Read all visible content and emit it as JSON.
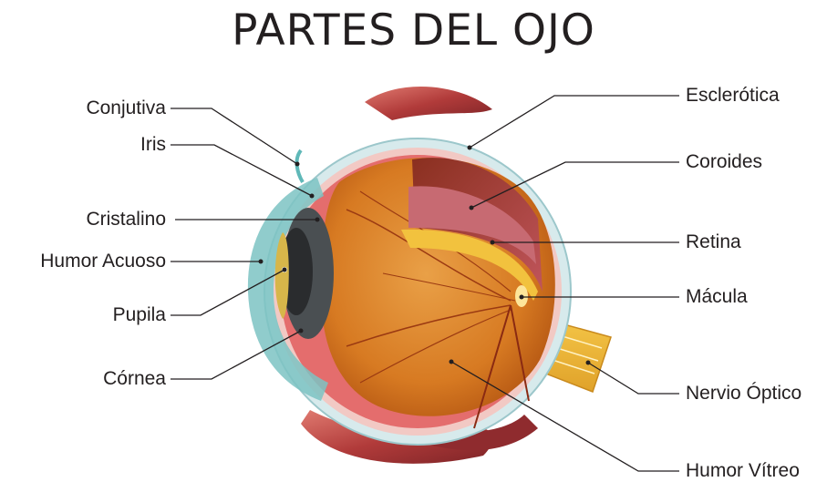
{
  "title": "PARTES DEL OJO",
  "labels": {
    "conjutiva": "Conjutiva",
    "iris": "Iris",
    "cristalino": "Cristalino",
    "humor_acuoso": "Humor Acuoso",
    "pupila": "Pupila",
    "cornea": "Córnea",
    "esclerotica": "Esclerótica",
    "coroides": "Coroides",
    "retina": "Retina",
    "macula": "Mácula",
    "nervio_optico": "Nervio Óptico",
    "humor_vitreo": "Humor Vítreo"
  },
  "colors": {
    "text": "#231f20",
    "muscle": "#b5403f",
    "sclera": "#d6e8ea",
    "vitreous": "#d9822b",
    "choroid": "#b8555f",
    "retina": "#f0c23c",
    "cornea": "#5fb8b8",
    "nerve": "#f3b93a"
  }
}
